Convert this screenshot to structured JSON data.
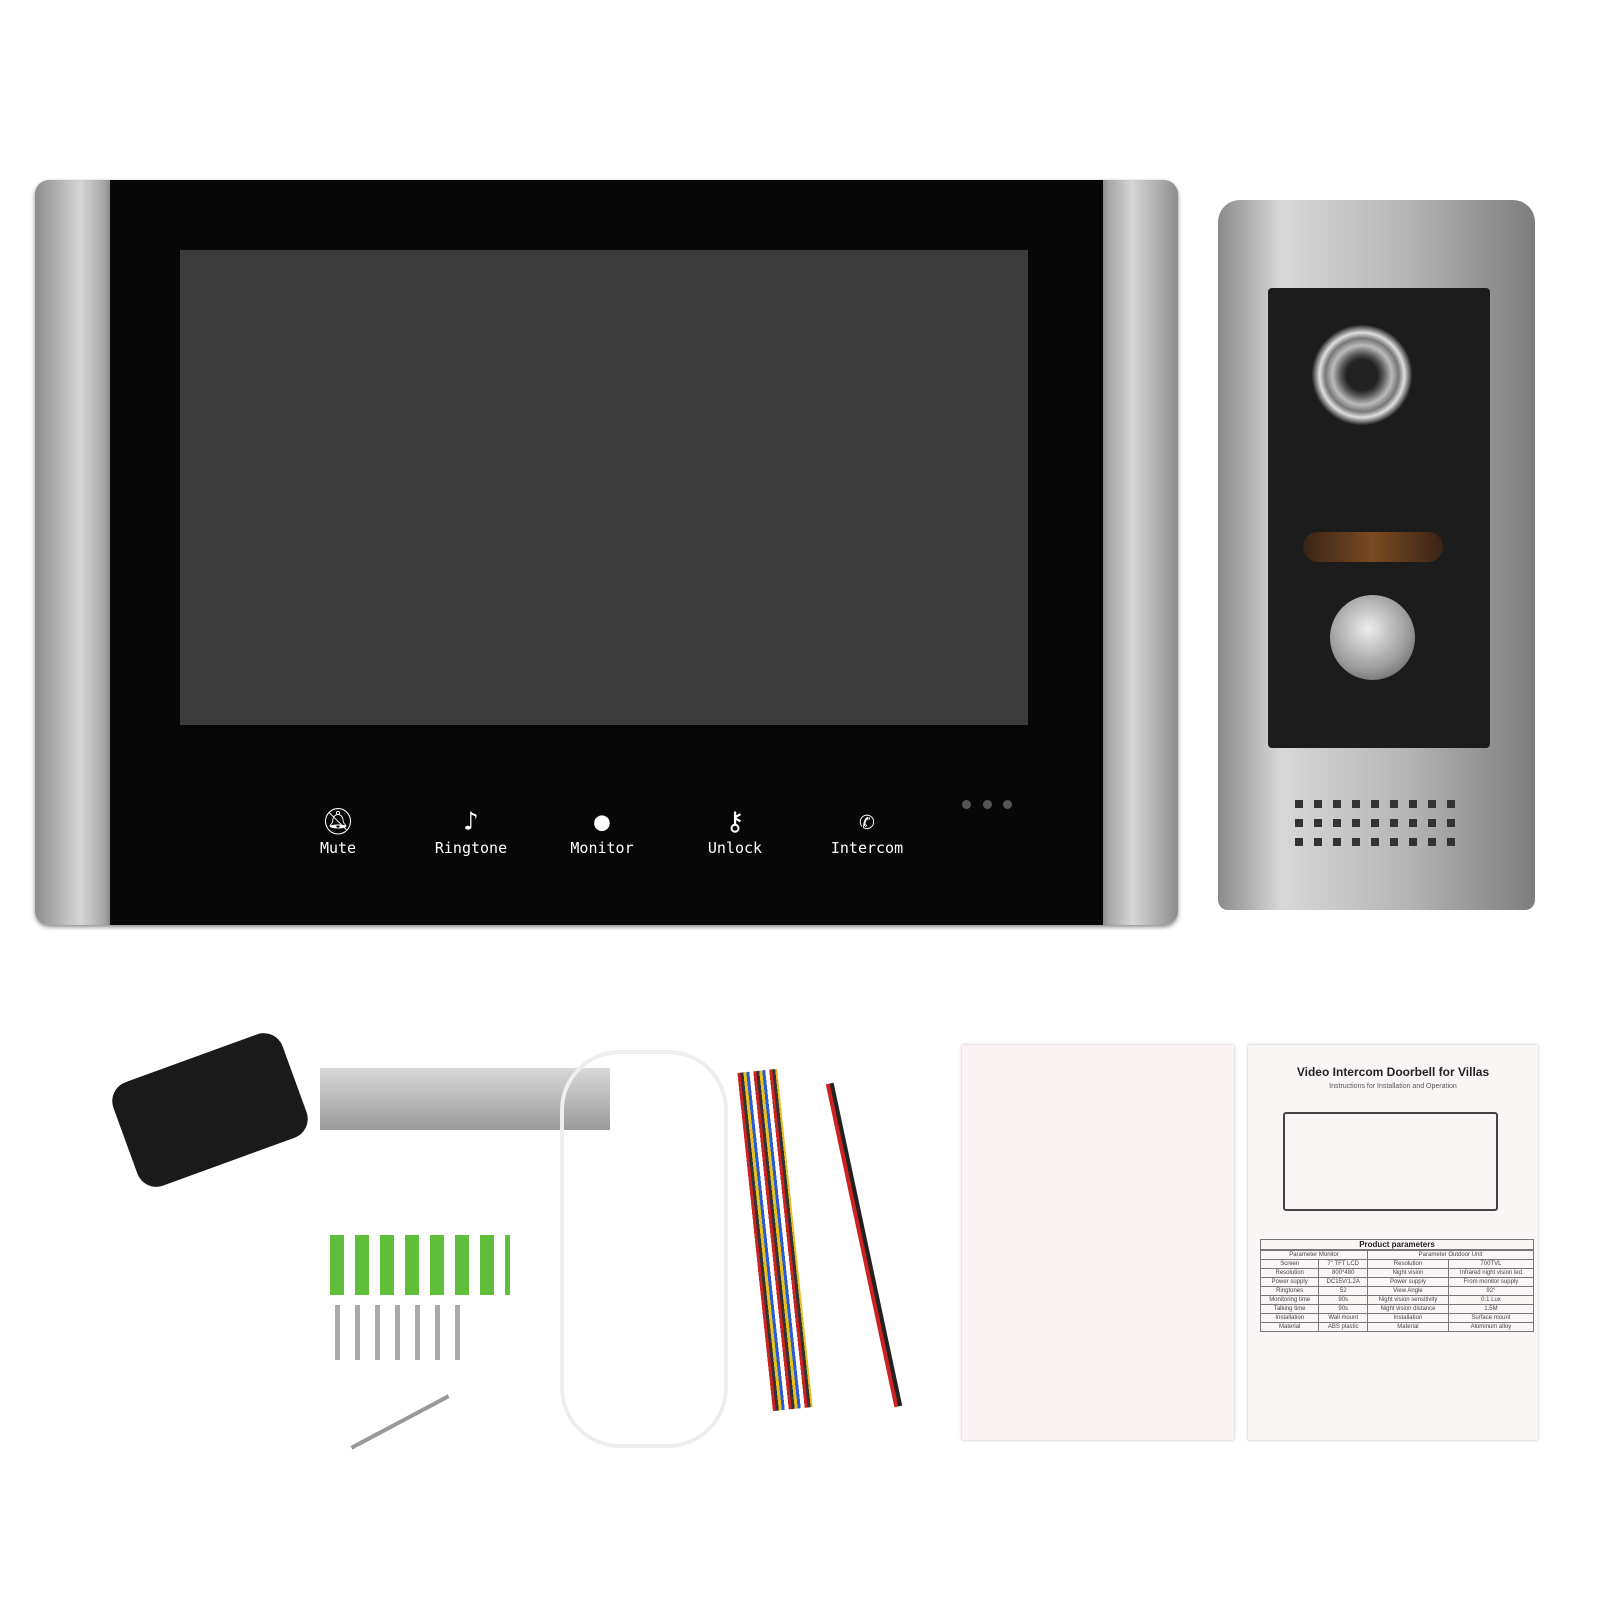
{
  "monitor": {
    "buttons": [
      {
        "label": "Mute",
        "icon": "bell-slash-icon"
      },
      {
        "label": "Ringtone",
        "icon": "music-note-icon"
      },
      {
        "label": "Monitor",
        "icon": "person-icon"
      },
      {
        "label": "Unlock",
        "icon": "key-icon"
      },
      {
        "label": "Intercom",
        "icon": "phone-icon"
      }
    ]
  },
  "manual": {
    "title": "Video Intercom Doorbell for Villas",
    "subtitle": "Instructions for Installation and Operation",
    "params_title": "Product parameters",
    "monitor_header": "Parameter Monitor",
    "outdoor_header": "Parameter Outdoor Unit",
    "rows": [
      [
        "Screen",
        "7\" TFT LCD",
        "Resolution",
        "700TVL"
      ],
      [
        "Resolution",
        "800*480",
        "Night vision",
        "Infrared night vision led"
      ],
      [
        "Power supply",
        "DC15V/1.2A",
        "Power supply",
        "From monitor supply"
      ],
      [
        "Ringtones",
        "52",
        "View Angle",
        "92°"
      ],
      [
        "Monitoring time",
        "90s",
        "Night vision sensitivity",
        "0.1 Lux"
      ],
      [
        "Talking time",
        "90s",
        "Night vision distance",
        "1.5M"
      ],
      [
        "Installation",
        "Wall mount",
        "Installation",
        "Surface mount"
      ],
      [
        "Material",
        "ABS plastic",
        "Material",
        "Aluminum alloy"
      ]
    ]
  }
}
